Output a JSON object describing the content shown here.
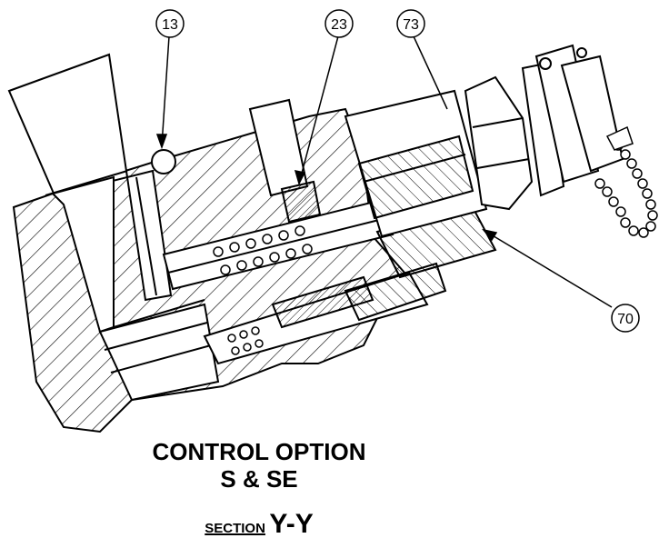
{
  "callouts": {
    "c13": "13",
    "c23": "23",
    "c73": "73",
    "c70": "70"
  },
  "caption": {
    "line1": "CONTROL OPTION",
    "line2": "S & SE",
    "section_word": "SECTION",
    "section_id": "Y-Y"
  }
}
